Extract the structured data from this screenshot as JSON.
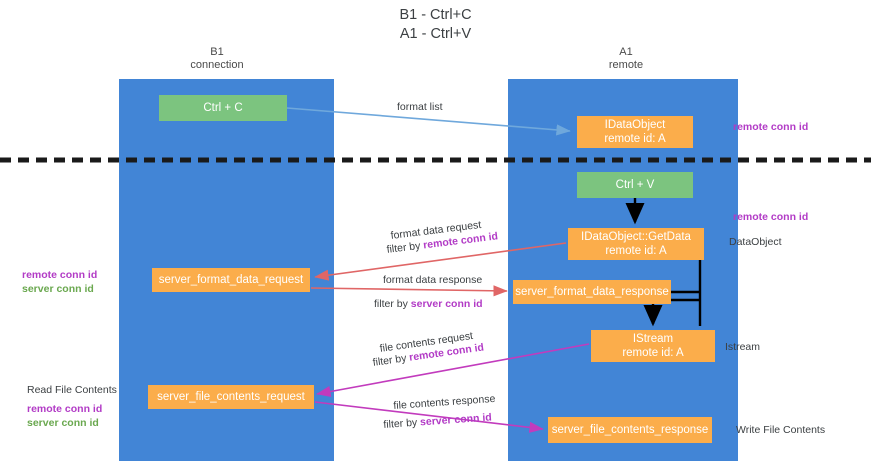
{
  "title": {
    "line1": "B1 - Ctrl+C",
    "line2": "A1 - Ctrl+V"
  },
  "columns": {
    "b1": {
      "name": "B1",
      "role": "connection"
    },
    "a1": {
      "name": "A1",
      "role": "remote"
    }
  },
  "nodes": {
    "ctrl_c": {
      "line1": "Ctrl + C",
      "line2": ""
    },
    "idataobject": {
      "line1": "IDataObject",
      "line2": "remote id: A"
    },
    "ctrl_v": {
      "line1": "Ctrl + V",
      "line2": ""
    },
    "getdata": {
      "line1": "IDataObject::GetData",
      "line2": "remote id: A"
    },
    "server_format_data_request": {
      "line1": "server_format_data_request",
      "line2": ""
    },
    "server_format_data_response": {
      "line1": "server_format_data_response",
      "line2": ""
    },
    "istream": {
      "line1": "IStream",
      "line2": "remote id: A"
    },
    "server_file_contents_request": {
      "line1": "server_file_contents_request",
      "line2": ""
    },
    "server_file_contents_response": {
      "line1": "server_file_contents_response",
      "line2": ""
    }
  },
  "edges": {
    "format_list": "format list",
    "format_data_request": "format data request",
    "format_data_request_filter_prefix": "filter by ",
    "format_data_request_filter_key": "remote conn id",
    "format_data_response": "format data response",
    "format_data_response_filter_prefix": "filter by ",
    "format_data_response_filter_key": "server conn id",
    "file_contents_request": "file contents request",
    "file_contents_request_filter_prefix": "filter by ",
    "file_contents_request_filter_key": "remote conn id",
    "file_contents_response": "file contents response",
    "file_contents_response_filter_prefix": "filter by ",
    "file_contents_response_filter_key": "server conn id"
  },
  "side_labels": {
    "remote_conn_id_top": "remote conn id",
    "remote_conn_id_mid": "remote conn id",
    "dataobject": "DataObject",
    "istream": "Istream",
    "write_file_contents": "Write File Contents",
    "read_file_contents": "Read File Contents"
  },
  "legend_mid": {
    "remote": "remote conn id",
    "server": "server conn id"
  },
  "legend_bottom": {
    "remote": "remote conn id",
    "server": "server conn id"
  },
  "colors": {
    "lane": "#4285d6",
    "node_green": "#7cc47f",
    "node_orange": "#fbad4b",
    "accent_purple": "#b23bc6",
    "accent_green": "#6aa84f",
    "arrow_blue": "#6fa8dc",
    "arrow_red": "#e06666",
    "arrow_magenta": "#c23bbd",
    "arrow_black": "#000000",
    "divider": "#1a1a1a"
  }
}
